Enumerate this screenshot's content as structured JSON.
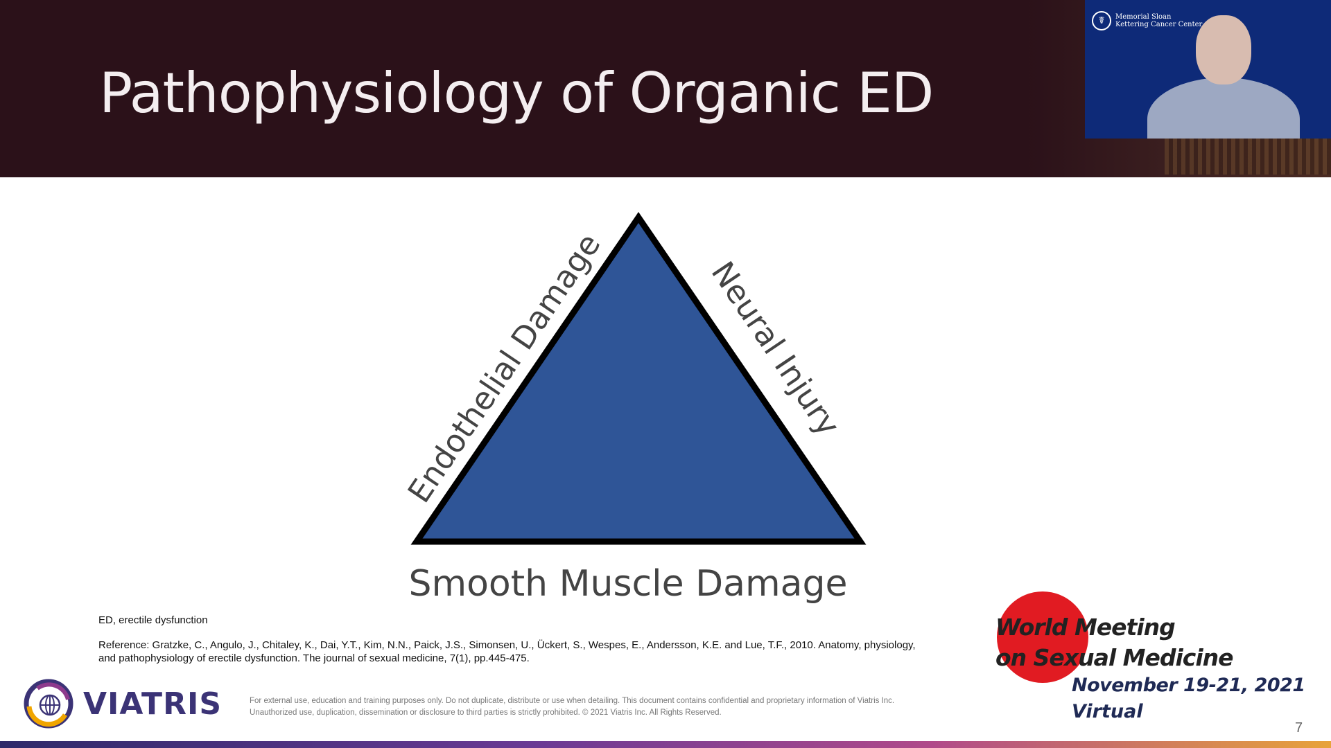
{
  "slide": {
    "title": "Pathophysiology of Organic ED",
    "page_number": "7"
  },
  "video": {
    "institution": "Memorial Sloan Kettering Cancer Center"
  },
  "diagram": {
    "left_side_label": "Endothelial Damage",
    "right_side_label": "Neural Injury",
    "base_label": "Smooth Muscle Damage",
    "fill_color": "#2f5597",
    "stroke_color": "#000000"
  },
  "footnotes": {
    "abbreviation": "ED, erectile dysfunction",
    "reference": "Reference: Gratzke, C., Angulo, J., Chitaley, K., Dai, Y.T., Kim, N.N., Paick, J.S., Simonsen, U., Ückert, S., Wespes, E., Andersson, K.E. and Lue, T.F., 2010. Anatomy, physiology, and pathophysiology of erectile dysfunction. The journal of sexual medicine, 7(1), pp.445-475."
  },
  "footer": {
    "brand": "VIATRIS",
    "disclaimer": "For external use, education and training purposes only. Do not duplicate, distribute or use when detailing. This document contains confidential and proprietary information of Viatris Inc. Unauthorized use, duplication, dissemination or disclosure to third parties is strictly prohibited. © 2021 Viatris Inc. All Rights Reserved."
  },
  "event": {
    "line1": "World Meeting",
    "line2": "on Sexual Medicine",
    "dates": "November 19-21, 2021",
    "format": "Virtual",
    "accent_color": "#e11b22"
  }
}
